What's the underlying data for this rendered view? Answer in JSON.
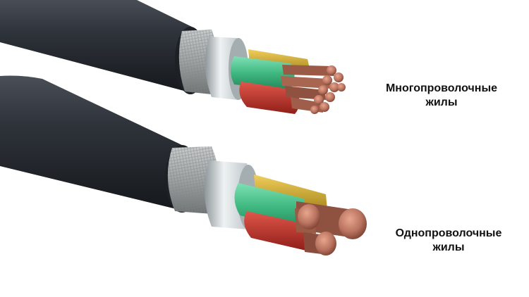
{
  "labels": {
    "stranded": {
      "line1": "Многопроволочные",
      "line2": "жилы"
    },
    "solid": {
      "line1": "Однопроволочные",
      "line2": "жилы"
    }
  },
  "colors": {
    "background": "#ffffff",
    "sheath": "#2b2f35",
    "braid": "#a9adad",
    "foil": "#d9dee0",
    "core_green": "#49c48c",
    "core_red": "#c8352c",
    "core_yellow": "#d6b33a",
    "copper": "#b9735f",
    "text": "#111111"
  }
}
